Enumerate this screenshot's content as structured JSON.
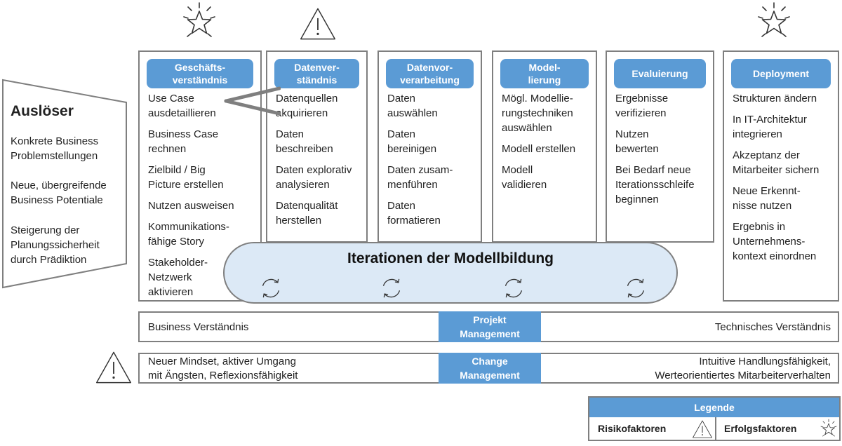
{
  "trigger": {
    "title": "Auslöser",
    "items": [
      "Konkrete Business\nProblemstellungen",
      "Neue, übergreifende\nBusiness Potentiale",
      "Steigerung der\nPlanungssicherheit\ndurch Prädiktion"
    ]
  },
  "phases": [
    {
      "title": "Geschäfts-\nverständnis",
      "marker_icon": "star-icon",
      "items": [
        "Use Case\nausdetaillieren",
        "Business Case\nrechnen",
        "Zielbild / Big\nPicture erstellen",
        "Nutzen ausweisen",
        "Kommunikations-\nfähige Story",
        "Stakeholder-\nNetzwerk\naktivieren"
      ]
    },
    {
      "title": "Datenver-\nständnis",
      "marker_icon": "warning-icon",
      "items": [
        "Datenquellen\nakquirieren",
        "Daten\nbeschreiben",
        "Daten explorativ\nanalysieren",
        "Datenqualität\nherstellen"
      ]
    },
    {
      "title": "Datenvor-\nverarbeitung",
      "items": [
        "Daten\nauswählen",
        "Daten\nbereinigen",
        "Daten zusam-\nmenführen",
        "Daten\nformatieren"
      ]
    },
    {
      "title": "Model-\nlierung",
      "items": [
        "Mögl. Modellie-\nrungstechniken\nauswählen",
        "Modell erstellen",
        "Modell\nvalidieren"
      ]
    },
    {
      "title": "Evaluierung",
      "items": [
        "Ergebnisse\nverifizieren",
        "Nutzen\nbewerten",
        "Bei Bedarf neue\nIterationsschleife\nbeginnen"
      ]
    },
    {
      "title": "Deployment",
      "marker_icon": "star-icon",
      "items": [
        "Strukturen ändern",
        "In IT-Architektur\nintegrieren",
        "Akzeptanz der\nMitarbeiter sichern",
        "Neue Erkennt-\nnisse nutzen",
        "Ergebnis in\nUnternehmens-\nkontext einordnen"
      ]
    }
  ],
  "iterations": {
    "title": "Iterationen der Modellbildung",
    "cycle_icon": "cycle-arrows-icon"
  },
  "project_bar": {
    "left": "Business Verständnis",
    "center": "Projekt\nManagement",
    "right": "Technisches Verständnis"
  },
  "change_bar": {
    "left": "Neuer Mindset, aktiver Umgang\nmit Ängsten, Reflexionsfähigkeit",
    "center": "Change\nManagement",
    "right": "Intuitive Handlungsfähigkeit,\nWerteorientiertes Mitarbeiterverhalten",
    "marker_icon": "warning-icon"
  },
  "legend": {
    "title": "Legende",
    "risk": "Risikofaktoren",
    "success": "Erfolgsfaktoren"
  },
  "colors": {
    "accent": "#5b9bd5",
    "iteration_fill": "#dce9f6",
    "border": "#7f7f7f"
  }
}
